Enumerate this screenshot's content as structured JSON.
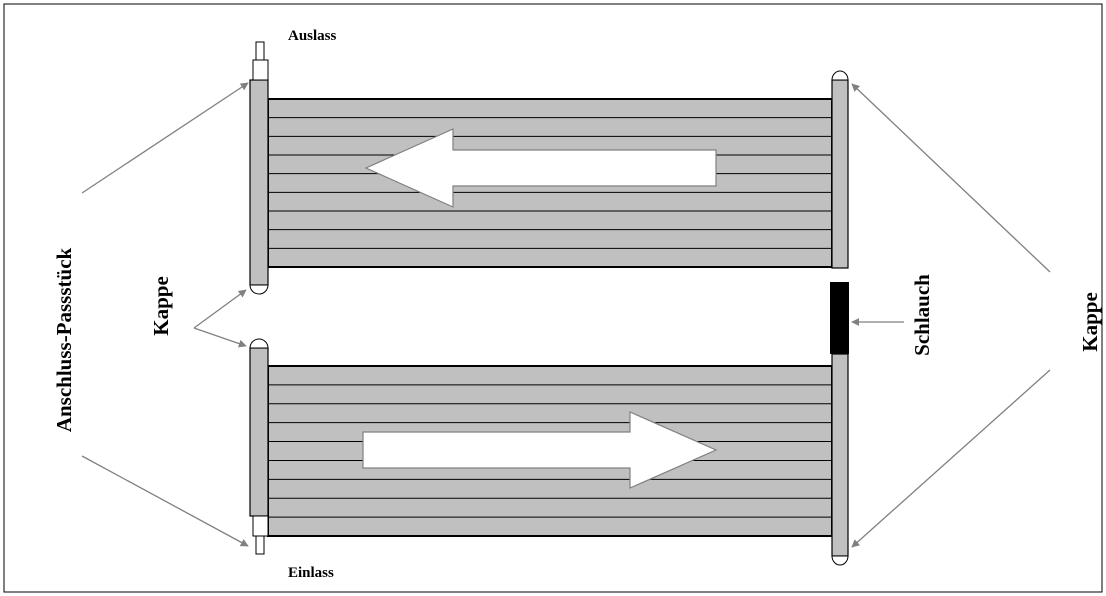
{
  "labels": {
    "outlet": "Auslass",
    "inlet": "Einlass",
    "fitting": "Anschluss-Passstück",
    "cap_left": "Kappe",
    "cap_right": "Kappe",
    "hose": "Schlauch"
  },
  "colors": {
    "panel_fill": "#c0c0c0",
    "line": "#000000",
    "pointer": "#808080",
    "hose": "#000000",
    "arrow_fill": "#ffffff"
  },
  "tubes_per_panel": 9,
  "flow": {
    "top_panel": "left",
    "bottom_panel": "right"
  }
}
